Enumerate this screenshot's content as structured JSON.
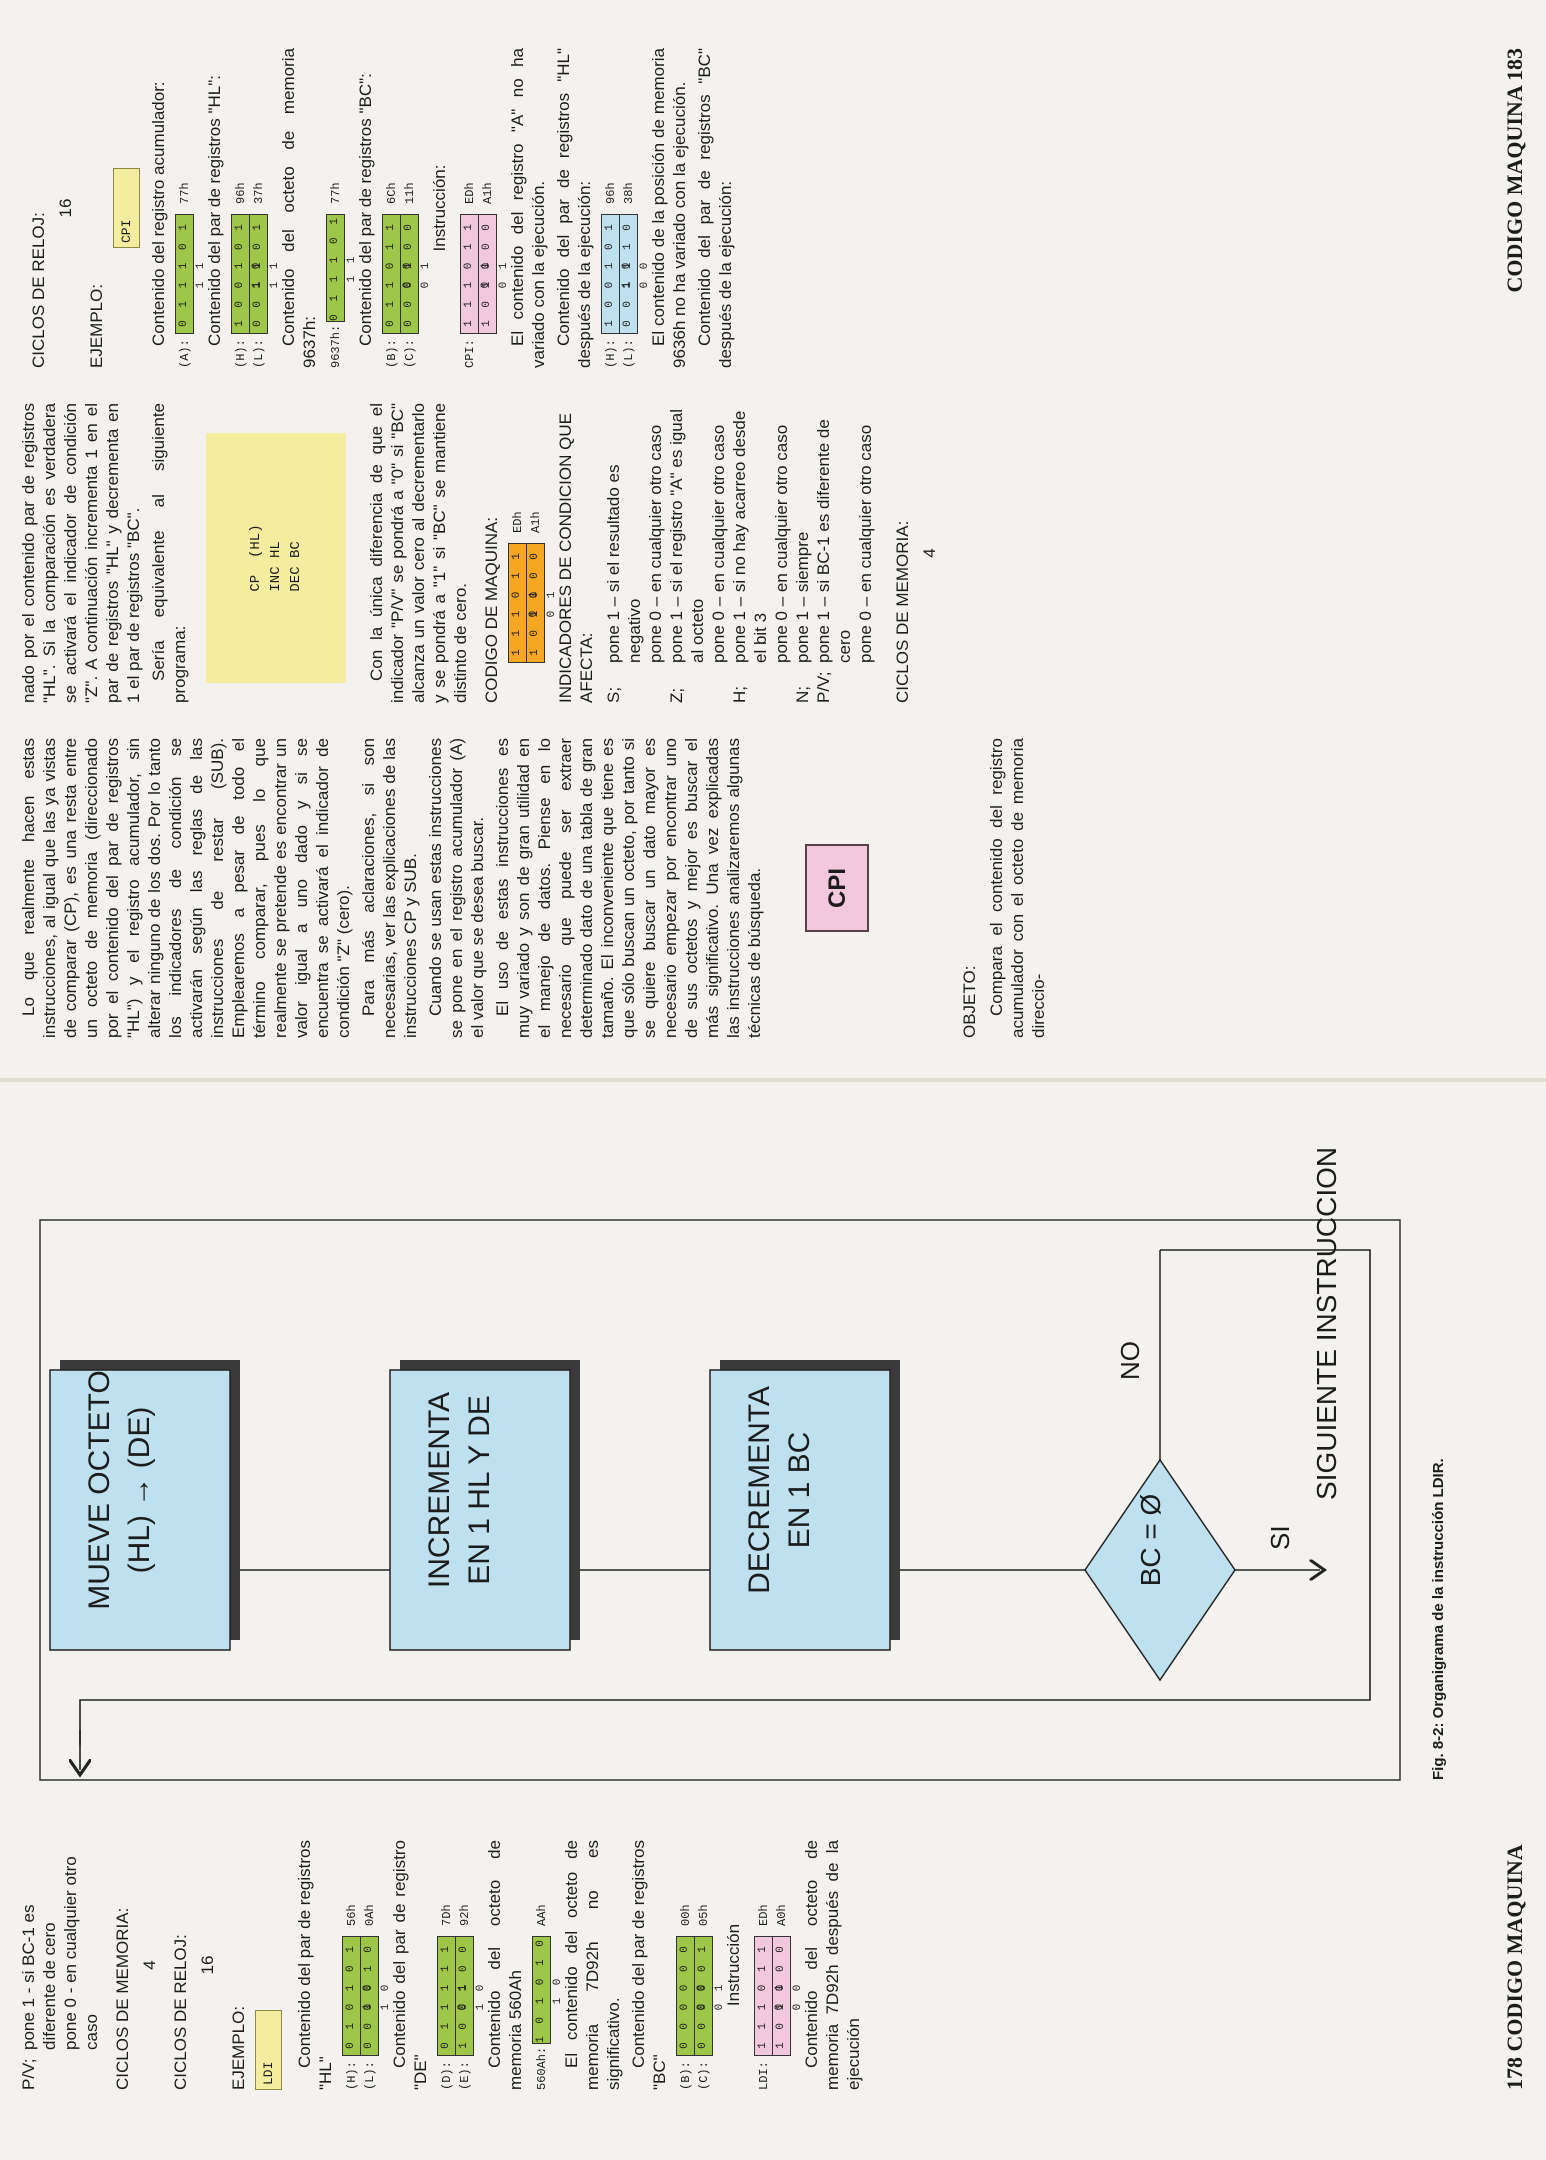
{
  "left_page": {
    "footer": "178 CODIGO MAQUINA",
    "col1": {
      "pv_flag": "P/V;",
      "pv_line1": "pone 1 - si BC-1 es diferente de cero",
      "pv_line2": "pone 0 - en cualquier otro caso",
      "ciclos_memoria_label": "CICLOS DE MEMORIA:",
      "ciclos_memoria_value": "4",
      "ciclos_reloj_label": "CICLOS DE RELOJ:",
      "ciclos_reloj_value": "16",
      "ejemplo_label": "EJEMPLO:",
      "ejemplo_mnemonic": "LDI",
      "hl_caption": "Contenido del par de registros \"HL\"",
      "hl_h_label": "(H):",
      "hl_h_bits": "0 1 0 1 0 1 1 0",
      "hl_h_hex": "56h",
      "hl_l_label": "(L):",
      "hl_l_bits": "0 0 0 0 1 0 1 0",
      "hl_l_hex": "0Ah",
      "de_caption": "Contenido del par de registro \"DE\"",
      "de_d_label": "(D):",
      "de_d_bits": "0 1 1 1 1 1 0 1",
      "de_d_hex": "7Dh",
      "de_e_label": "(E):",
      "de_e_bits": "1 0 0 1 0 0 1 0",
      "de_e_hex": "92h",
      "mem_caption": "Contenido del octeto de memoria 560Ah",
      "mem_label": "560Ah:",
      "mem_bits": "1 0 1 0 1 0 1 0",
      "mem_hex": "AAh",
      "ns_caption": "El contenido del octeto de memoria 7D92h no es significativo.",
      "bc_caption": "Contenido del par de registros \"BC\"",
      "bc_b_label": "(B):",
      "bc_b_bits": "0 0 0 0 0 0 0 0",
      "bc_b_hex": "00h",
      "bc_c_label": "(C):",
      "bc_c_bits": "0 0 0 0 0 1 0 1",
      "bc_c_hex": "05h",
      "instr_caption": "Instrucción",
      "instr_label": "LDI:",
      "instr_b1": "1 1 1 0 1 1 0 1",
      "instr_h1": "EDh",
      "instr_b2": "1 0 1 0 0 0 0 0",
      "instr_h2": "A0h",
      "after_caption": "Contenido del octeto de memoria 7D92h después de la ejecución"
    },
    "flowchart": {
      "box1": "MUEVE OCTETO (HL) → (DE)",
      "box2": "INCREMENTA EN 1 HL Y DE",
      "box3": "DECREMENTA EN 1 BC",
      "diamond": "BC = Ø",
      "yes": "SI",
      "no": "NO",
      "end": "SIGUIENTE INSTRUCCION",
      "caption": "Fig. 8-2: Organigrama de la instrucción LDIR."
    }
  },
  "right_page": {
    "footer": "CODIGO MAQUINA 183",
    "col1": {
      "p1": "Lo que realmente hacen estas instrucciones, al igual que las ya vistas de comparar (CP), es una resta entre un octeto de memoria (direccionado por el contenido del par de registros \"HL\") y el registro acumulador, sin alterar ninguno de los dos. Por lo tanto los indicadores de condición se activarán según las reglas de las instrucciones de restar (SUB). Emplearemos a pesar de todo el término comparar, pues lo que realmente se pretende es encontrar un valor igual a uno dado y si se encuentra se activará el indicador de condición \"Z\" (cero).",
      "p2": "Para más aclaraciones, si son necesarias, ver las explicaciones de las instrucciones CP y SUB.",
      "p3": "Cuando se usan estas instrucciones se pone en el registro acumulador (A) el valor que se desea buscar.",
      "p4": "El uso de estas instrucciones es muy variado y son de gran utilidad en el manejo de datos. Piense en lo necesario que puede ser extraer determinado dato de una tabla de gran tamaño. El inconveniente que tiene es que sólo buscan un octeto, por tanto si se quiere buscar un dato mayor es necesario empezar por encontrar uno de sus octetos y mejor es buscar el más significativo. Una vez explicadas las instrucciones analizaremos algunas técnicas de búsqueda.",
      "cpi_title": "CPI",
      "objeto_label": "OBJETO:",
      "objeto_text": "Compara el contenido del registro acumulador con el octeto de memoria direccio-"
    },
    "col2": {
      "p1": "nado por el contenido par de registros \"HL\". Si la comparación es verdadera se activará el indicador de condición \"Z\". A continuación incrementa 1 en el par de registros \"HL\" y decrementa en 1 el par de registros \"BC\".",
      "p2": "Sería equivalente al siguiente programa:",
      "prog": "CP  (HL)\nINC HL\nDEC BC",
      "p3": "Con la única diferencia de que el indicador \"P/V\" se pondrá a \"0\" si \"BC\" alcanza un valor cero al decrementarlo y se pondrá a \"1\" si \"BC\" se mantiene distinto de cero.",
      "codigo_label": "CODIGO DE MAQUINA:",
      "code_b1": "1 1 1 0 1 1 0 1",
      "code_h1": "EDh",
      "code_b2": "1 0 1 0 0 0 0 1",
      "code_h2": "A1h",
      "ind_label": "INDICADORES DE CONDICION QUE AFECTA:",
      "s_k": "S;",
      "s_1": "pone 1 – si el resultado es negativo",
      "s_2": "pone 0 – en cualquier otro caso",
      "z_k": "Z;",
      "z_1": "pone 1 – si el registro \"A\" es igual al octeto",
      "z_2": "pone 0 – en cualquier otro caso",
      "h_k": "H;",
      "h_1": "pone 1 – si no hay acarreo desde el bit 3",
      "h_2": "pone 0 – en cualquier otro caso",
      "n_k": "N;",
      "n_1": "pone 1 – siempre",
      "pv_k": "P/V;",
      "pv_1": "pone 1 – si BC-1 es diferente de cero",
      "pv_2": "pone 0 – en cualquier otro caso",
      "ciclos_mem_label": "CICLOS DE MEMORIA:",
      "ciclos_mem_value": "4"
    },
    "col3": {
      "ciclos_reloj_label": "CICLOS DE RELOJ:",
      "ciclos_reloj_value": "16",
      "ejemplo_label": "EJEMPLO:",
      "ejemplo_mnemonic": "CPI",
      "a_caption": "Contenido del registro acumulador:",
      "a_label": "(A):",
      "a_bits": "0 1 1 1 0 1 1 1",
      "a_hex": "77h",
      "hl_caption": "Contenido del par de registros \"HL\":",
      "hl_h_label": "(H):",
      "hl_h_bits": "1 0 0 1 0 1 1 0",
      "hl_h_hex": "96h",
      "hl_l_label": "(L):",
      "hl_l_bits": "0 0 1 1 0 1 1 1",
      "hl_l_hex": "37h",
      "mem_caption": "Contenido del octeto de memoria 9637h:",
      "mem_label": "9637h:",
      "mem_bits": "0 1 1 1 0 1 1 1",
      "mem_hex": "77h",
      "bc_caption": "Contenido del par de registros \"BC\":",
      "bc_b_label": "(B):",
      "bc_b_bits": "0 1 1 0 1 1 0 0",
      "bc_b_hex": "6Ch",
      "bc_c_label": "(C):",
      "bc_c_bits": "0 0 0 1 0 0 0 1",
      "bc_c_hex": "11h",
      "instr_caption": "Instrucción:",
      "instr_label": "CPI:",
      "instr_b1": "1 1 1 0 1 1 0 1",
      "instr_h1": "EDh",
      "instr_b2": "1 0 1 0 0 0 0 1",
      "instr_h2": "A1h",
      "after_a": "El contenido del registro \"A\" no ha variado con la ejecución.",
      "after_hl_caption": "Contenido del par de registros \"HL\" después de la ejecución:",
      "ahl_h_label": "(H):",
      "ahl_h_bits": "1 0 0 1 0 1 1 0",
      "ahl_h_hex": "96h",
      "ahl_l_label": "(L):",
      "ahl_l_bits": "0 0 1 1 1 0 0 0",
      "ahl_l_hex": "38h",
      "after_mem": "El contenido de la posición de memoria 9636h no ha variado con la ejecución.",
      "after_bc_caption": "Contenido del par de registros \"BC\" después de la ejecución:"
    }
  }
}
